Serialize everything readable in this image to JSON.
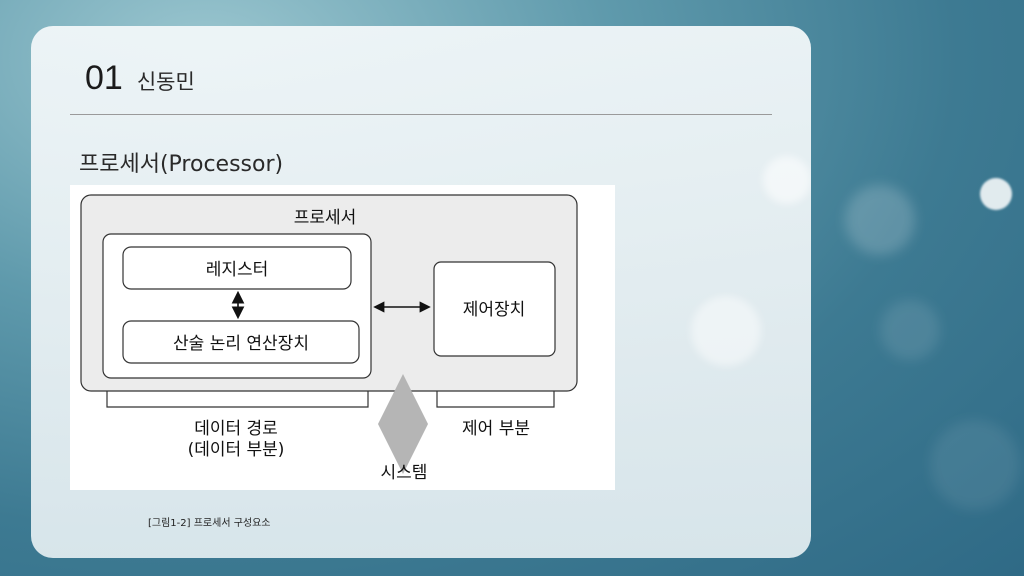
{
  "slide": {
    "number": "01",
    "author": "신동민",
    "subtitle": "프로세서(Processor)",
    "caption": "[그림1-2] 프로세서 구성요소"
  },
  "diagram": {
    "processor_label": "프로세서",
    "register_label": "레지스터",
    "alu_label": "산술 논리 연산장치",
    "control_unit_label": "제어장치",
    "datapath_label_line1": "데이터 경로",
    "datapath_label_line2": "(데이터 부분)",
    "control_part_label": "제어 부분",
    "system_label": "시스템"
  },
  "colors": {
    "outer_box_fill": "#ececec",
    "inner_box_fill": "#ffffff",
    "system_arrow": "#b5b5b5"
  }
}
